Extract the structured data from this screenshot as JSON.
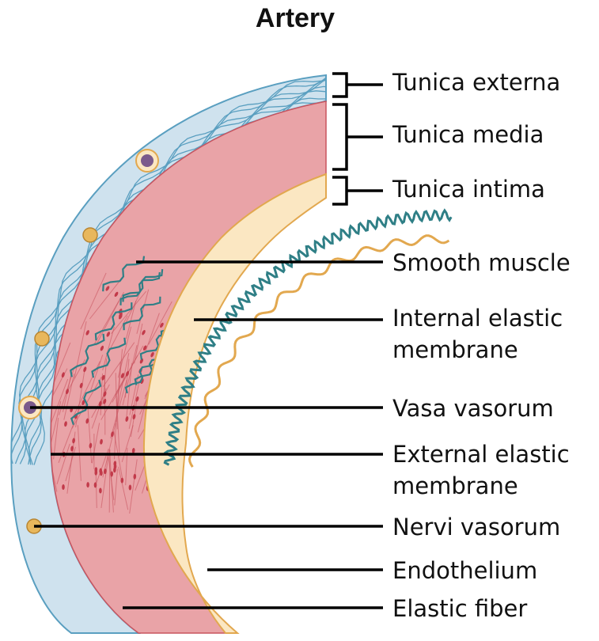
{
  "title": "Artery",
  "layers": [
    {
      "label": "Tunica externa",
      "color": "#cfe2ee"
    },
    {
      "label": "Tunica media",
      "color": "#e9a3a7"
    },
    {
      "label": "Tunica intima",
      "color": "#fbe7c2"
    }
  ],
  "labels": {
    "smooth_muscle": "Smooth muscle",
    "internal_elastic_1": "Internal elastic",
    "internal_elastic_2": "membrane",
    "vasa_vasorum": "Vasa vasorum",
    "external_elastic_1": "External elastic",
    "external_elastic_2": "membrane",
    "nervi_vasorum": "Nervi vasorum",
    "endothelium": "Endothelium",
    "elastic_fiber": "Elastic fiber"
  },
  "colors": {
    "externa_fill": "#cfe2ee",
    "externa_fiber": "#5a9fc0",
    "media_fill": "#e9a3a7",
    "media_stroke": "#c9545f",
    "nucleus": "#c23a4a",
    "elastic_fiber": "#2f7f86",
    "intima_fill": "#fbe7c2",
    "endothelium_edge": "#e2a84f",
    "nerve": "#e8b75c",
    "vessel_nucleus": "#7b5a8c"
  }
}
